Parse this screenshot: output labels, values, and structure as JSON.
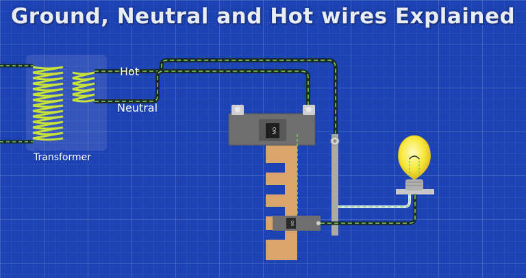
{
  "title": "Ground, Neutral and Hot wires Explained",
  "labels": {
    "hot": "Hot",
    "neutral": "Neutral",
    "transformer": "Transformer"
  },
  "breaker_labels": {
    "main": "ON",
    "branch": "ON"
  },
  "colors": {
    "background": "#1d42b3",
    "wire_hot": "#1a2b2a",
    "wire_dash": "#7fd45a",
    "neutral_wire": "#d8e6f2",
    "coil": "#c8e23a",
    "panel": "#707070",
    "bus_bar": "#d9a56c",
    "bulb": "#f7e83a"
  }
}
